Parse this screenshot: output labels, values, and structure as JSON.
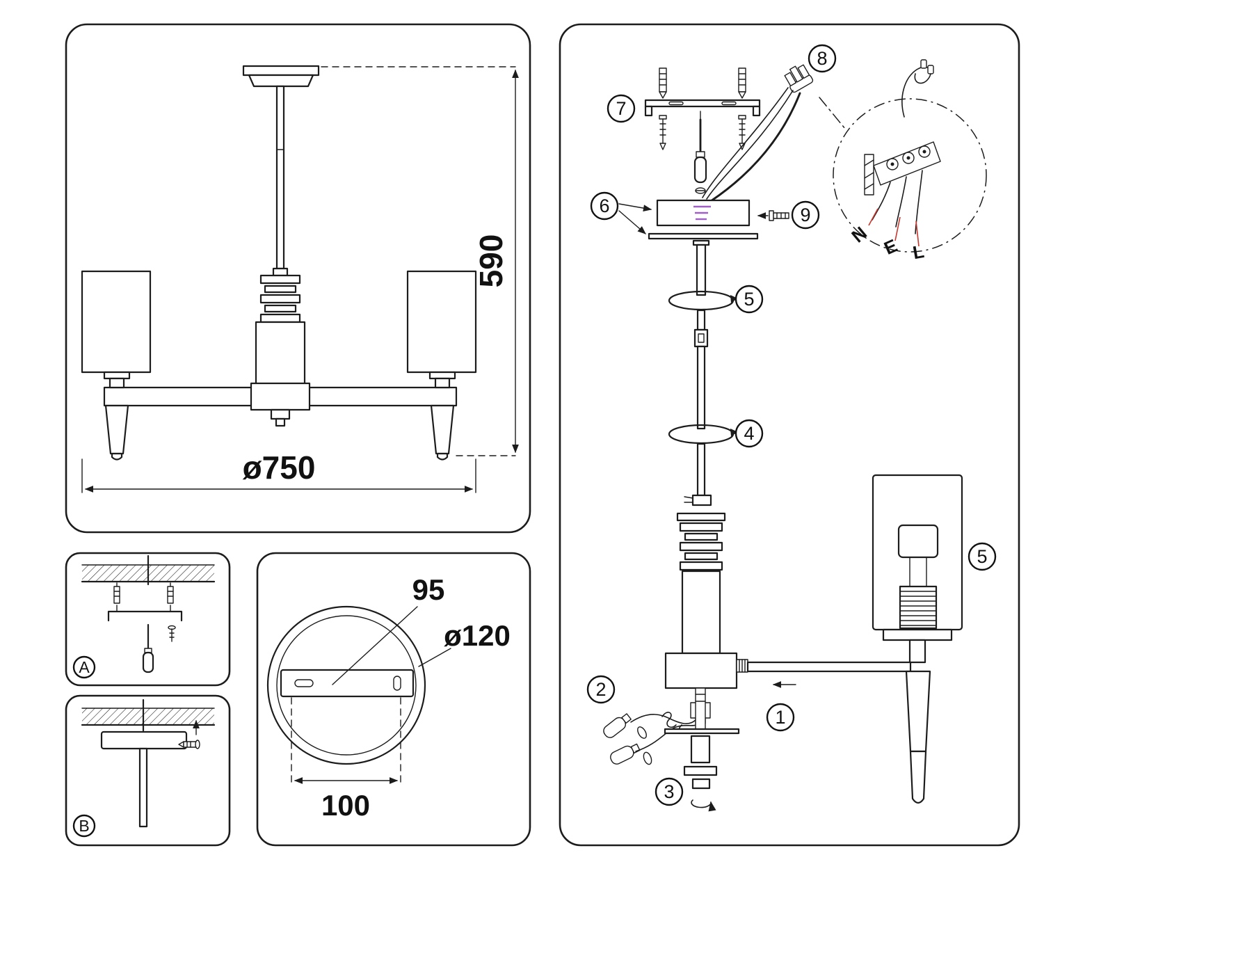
{
  "doc": {
    "type": "ceiling-lamp-assembly-instruction-diagram"
  },
  "colors": {
    "line": "#1c1c1c",
    "red_leader": "#c8372d",
    "purple_wire": "#a05fc4"
  },
  "main_view": {
    "height_dim": "590",
    "width_dim": "ø750"
  },
  "detail_a": {
    "label": "A"
  },
  "detail_b": {
    "label": "B"
  },
  "plate_view": {
    "bar_dim": "95",
    "diameter_dim": "ø120",
    "holes_dim": "100"
  },
  "assembly": {
    "steps": {
      "s1": "1",
      "s2": "2",
      "s3": "3",
      "s4": "4",
      "s5": "5",
      "s6": "6",
      "s7": "7",
      "s8": "8",
      "s9": "9"
    },
    "shade_step": "5",
    "terminals": {
      "n": "N",
      "e": "E",
      "l": "L"
    }
  }
}
